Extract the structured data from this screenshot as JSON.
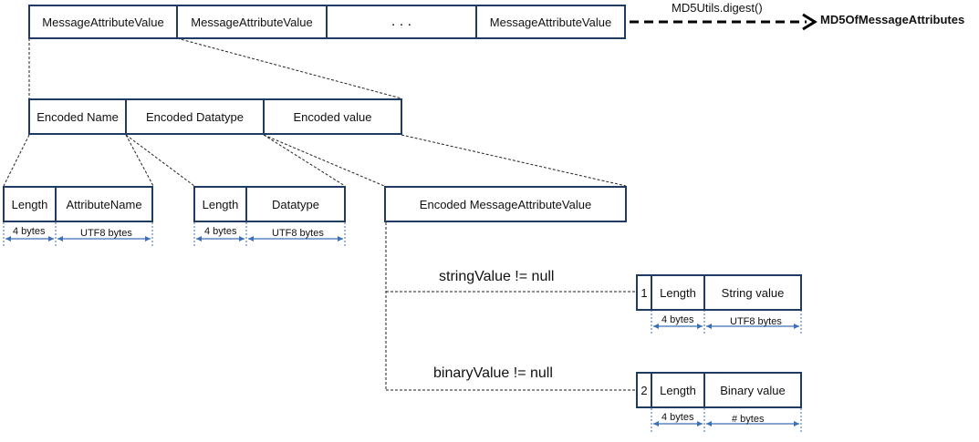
{
  "row1": {
    "cells": [
      "MessageAttributeValue",
      "MessageAttributeValue",
      ". . .",
      "MessageAttributeValue"
    ],
    "digest_label": "MD5Utils.digest()",
    "result_label": "MD5OfMessageAttributes"
  },
  "row2": {
    "cells": [
      "Encoded Name",
      "Encoded Datatype",
      "Encoded value"
    ]
  },
  "name_block": {
    "length": "Length",
    "name": "AttributeName",
    "length_size": "4 bytes",
    "name_size": "UTF8 bytes"
  },
  "datatype_block": {
    "length": "Length",
    "datatype": "Datatype",
    "length_size": "4 bytes",
    "datatype_size": "UTF8 bytes"
  },
  "value_block": {
    "label": "Encoded MessageAttributeValue"
  },
  "string_branch": {
    "condition": "stringValue != null",
    "marker": "1",
    "length": "Length",
    "value": "String value",
    "length_size": "4 bytes",
    "value_size": "UTF8 bytes"
  },
  "binary_branch": {
    "condition": "binaryValue != null",
    "marker": "2",
    "length": "Length",
    "value": "Binary value",
    "length_size": "4 bytes",
    "value_size": "# bytes"
  }
}
